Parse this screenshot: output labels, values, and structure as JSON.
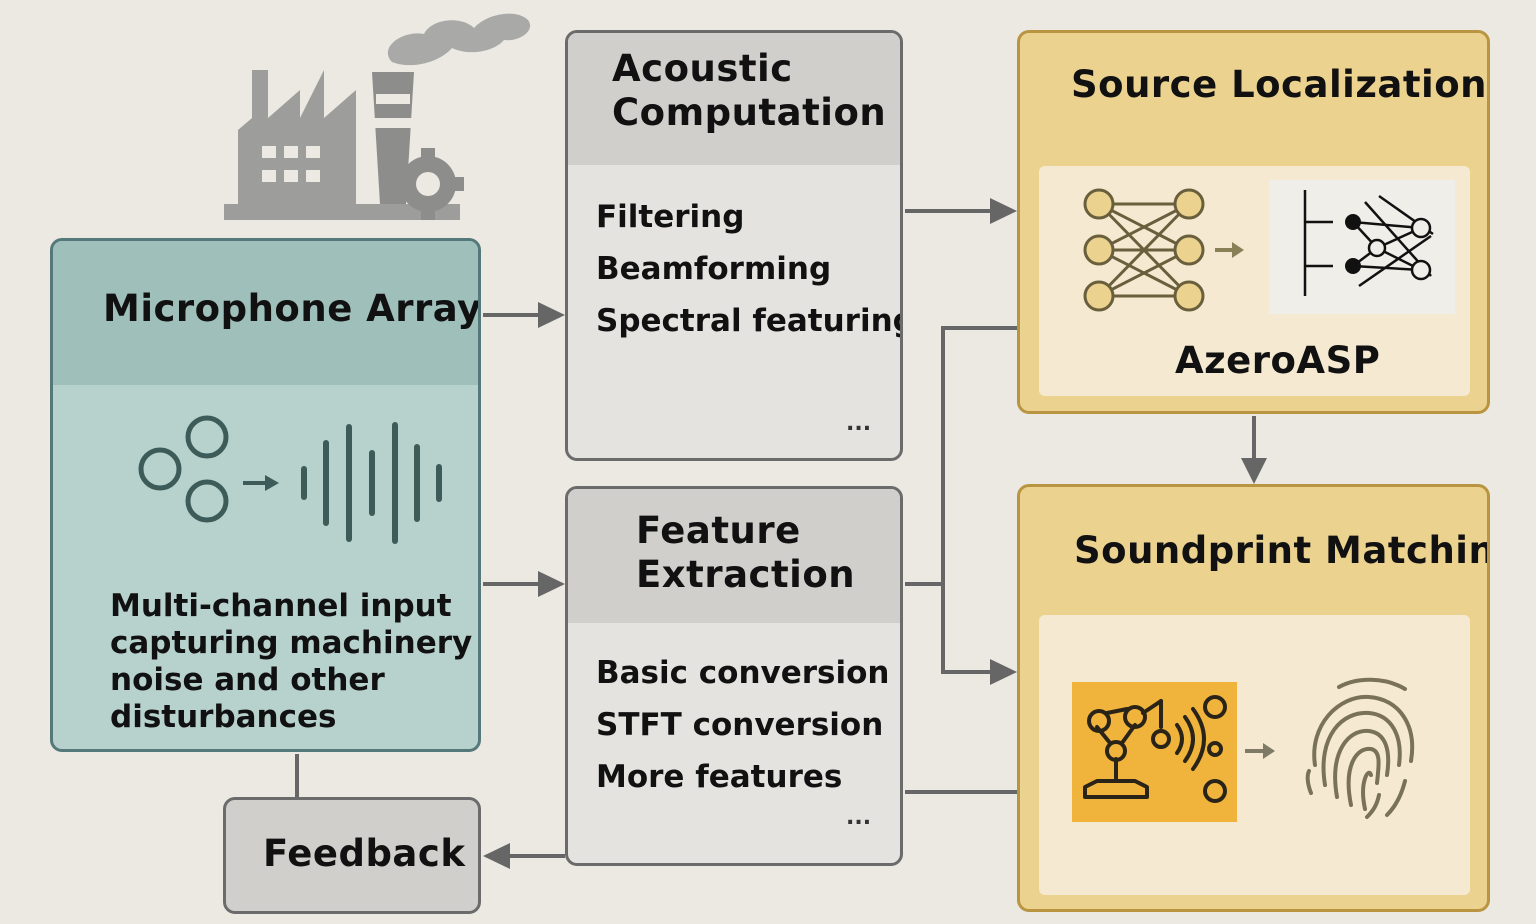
{
  "microphone_array": {
    "title": "Microphone Array",
    "description": [
      "Multi-channel input",
      "capturing machinery",
      "noise and other",
      "disturbances"
    ]
  },
  "acoustic_computation": {
    "title": [
      "Acoustic",
      "Computation"
    ],
    "items": [
      "Filtering",
      "Beamforming",
      "Spectral featuring"
    ],
    "more": "..."
  },
  "feature_extraction": {
    "title": [
      "Feature",
      "Extraction"
    ],
    "items": [
      "Basic conversion",
      "STFT conversion",
      "More features"
    ],
    "more": "..."
  },
  "source_localization": {
    "title": "Source Localization",
    "model_name": "AzeroASP"
  },
  "soundprint_matching": {
    "title": "Soundprint Matching"
  },
  "feedback": {
    "title": "Feedback"
  },
  "colors": {
    "teal_box": "#b7d1cd",
    "gray_box": "#e4e3e0",
    "gold_box": "#ecd28f",
    "arrow": "#666666",
    "robot_tile": "#f0b33c"
  },
  "icons": [
    "factory-icon",
    "microphone-array-icon",
    "sound-wave-icon",
    "neural-network-icon",
    "robot-arm-icon",
    "fingerprint-icon"
  ]
}
